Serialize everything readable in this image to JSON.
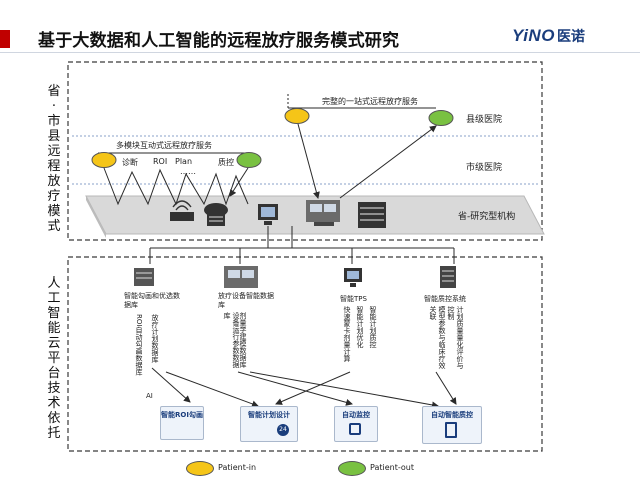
{
  "header": {
    "title": "基于大数据和人工智能的远程放疗服务模式研究",
    "logo_text": "YiNO",
    "logo_cn": "医诺"
  },
  "top_panel": {
    "side_label": "省·市县远程放疗模式",
    "onestop_label": "完整的一站式远程放疗服务",
    "multimodule_label": "多模块互动式远程放疗服务",
    "steps": {
      "diagnosis": "诊断",
      "roi": "ROI",
      "plan": "Plan",
      "dots": "……",
      "qc": "质控"
    },
    "levels": {
      "province": "县级医院",
      "city": "市级医院",
      "center": "省-研究型机构"
    }
  },
  "bottom_panel": {
    "side_label": "人工智能云平台技术依托",
    "databases": [
      {
        "title": "智能勾画和优选数据库",
        "desc": [
          "ROI自动勾画数据库",
          "放疗计划数据库"
        ]
      },
      {
        "title": "放疗设备智能数据库",
        "desc": [
          "设备运行参数数据库",
          "剂量学建模数据库"
        ]
      },
      {
        "title": "智能TPS",
        "desc": [
          "快速蒙卡剂量计算",
          "智能计划优化",
          "智能计划质控"
        ]
      },
      {
        "title": "智能质控系统",
        "desc": [
          "模型参数与临床疗效关联",
          "计划质量量化评价与控制"
        ]
      }
    ],
    "ai_label": "AI",
    "outputs": [
      {
        "label": "智能ROI勾画"
      },
      {
        "label": "智能计划设计"
      },
      {
        "label": "自动监控"
      },
      {
        "label": "自动智能质控"
      }
    ]
  },
  "legend": {
    "patient_in": "Patient-in",
    "patient_out": "Patient-out"
  },
  "colors": {
    "patient_in": "#f5c518",
    "patient_out": "#79c141",
    "accent_red": "#c00000",
    "platform": "#d6d6d6",
    "arrow": "#2a2a2a",
    "dash_border": "#3a3a3a",
    "level_line": "#8aa0c8"
  }
}
